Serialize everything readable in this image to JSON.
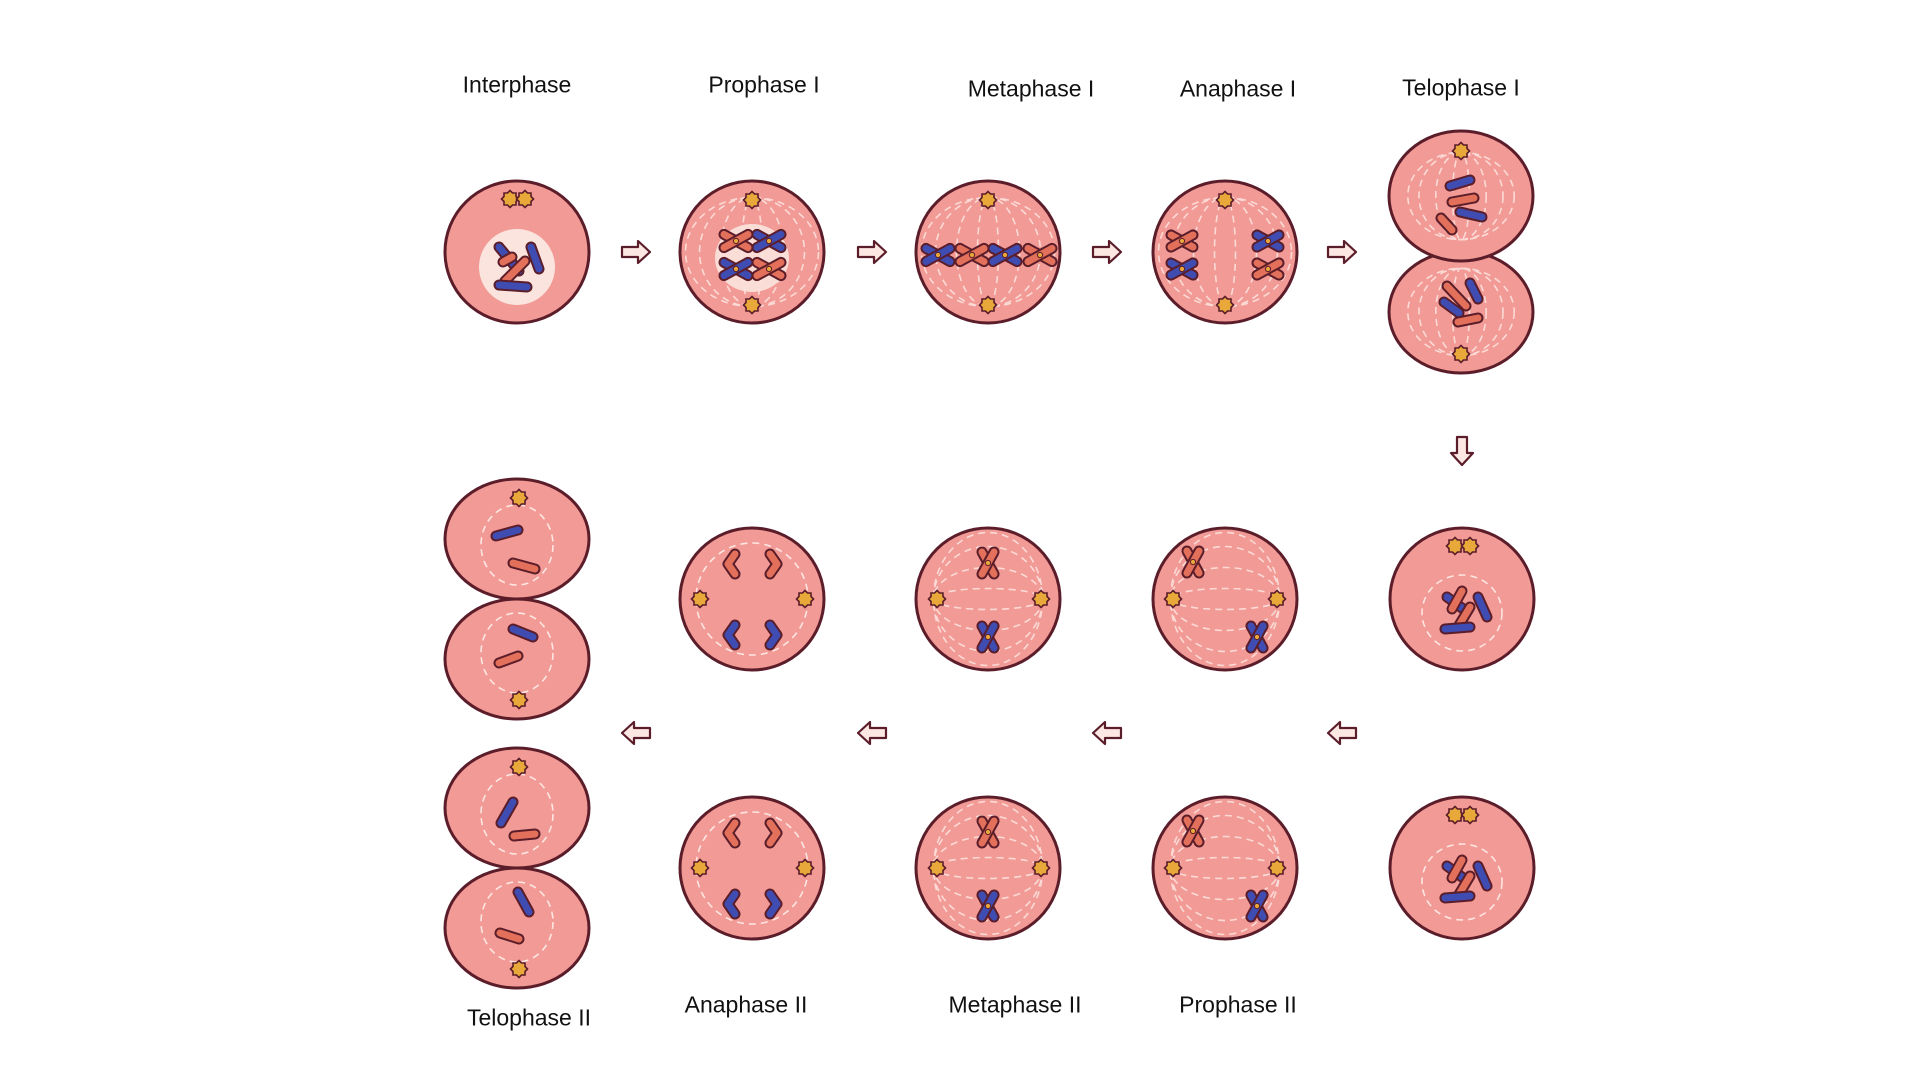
{
  "labels": {
    "interphase": "Interphase",
    "prophase_1": "Prophase I",
    "metaphase_1": "Metaphase I",
    "anaphase_1": "Anaphase I",
    "telophase_1": "Telophase I",
    "telophase_2": "Telophase II",
    "anaphase_2": "Anaphase II",
    "metaphase_2": "Metaphase II",
    "prophase_2": "Prophase II"
  },
  "colors": {
    "cell_fill": "#f29a95",
    "outline": "#5b1d2a",
    "nucleus": "#fbe4de",
    "chromosome_blue": "#3f4db3",
    "chromosome_red": "#e2705a",
    "centrosome": "#e9a93a",
    "arrow_fill": "#fce7e3"
  },
  "icons": [
    "arrow-right",
    "arrow-down",
    "arrow-left"
  ]
}
